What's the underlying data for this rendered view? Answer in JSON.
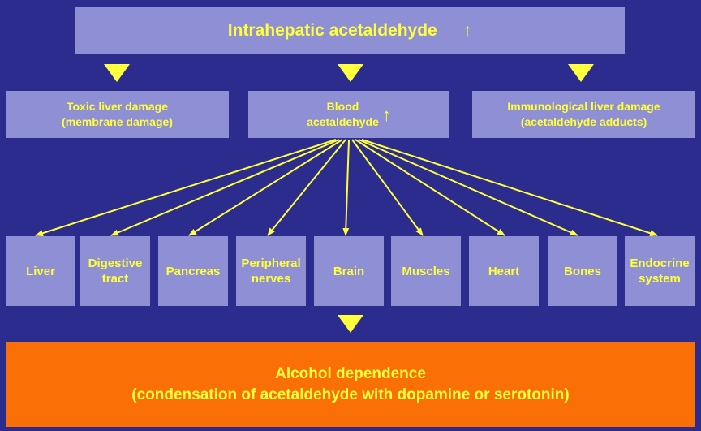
{
  "top": {
    "title": "Intrahepatic acetaldehyde",
    "symbol": "↑"
  },
  "middle": {
    "toxic": {
      "line1": "Toxic liver damage",
      "line2": "(membrane damage)"
    },
    "blood": {
      "line1": "Blood",
      "line2": "acetaldehyde",
      "symbol": "↑"
    },
    "immuno": {
      "line1": "Immunological liver damage",
      "line2": "(acetaldehyde adducts)"
    }
  },
  "organs": [
    {
      "line1": "Liver",
      "line2": ""
    },
    {
      "line1": "Digestive",
      "line2": "tract"
    },
    {
      "line1": "Pancreas",
      "line2": ""
    },
    {
      "line1": "Peripheral",
      "line2": "nerves"
    },
    {
      "line1": "Brain",
      "line2": ""
    },
    {
      "line1": "Muscles",
      "line2": ""
    },
    {
      "line1": "Heart",
      "line2": ""
    },
    {
      "line1": "Bones",
      "line2": ""
    },
    {
      "line1": "Endocrine",
      "line2": "system"
    }
  ],
  "bottom": {
    "line1": "Alcohol dependence",
    "line2": "(condensation of acetaldehyde with dopamine or serotonin)"
  },
  "colors": {
    "background": "#2b2c8e",
    "box": "#8f8fd6",
    "text": "#ffff3c",
    "accent": "#fb6f07"
  }
}
